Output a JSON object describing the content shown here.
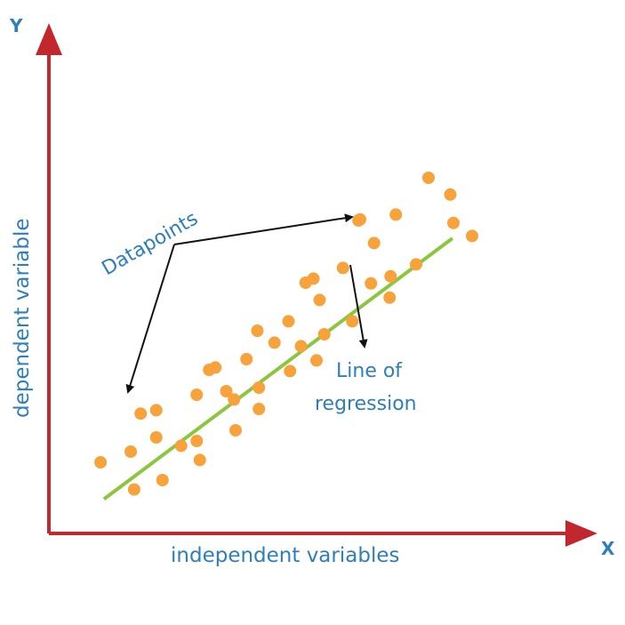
{
  "colors": {
    "axis": "#c1272d",
    "point": "#f7a23b",
    "regression_line": "#8cc63f",
    "text": "#2e7fb8",
    "arrow": "#111111"
  },
  "chart_data": {
    "type": "scatter",
    "x_axis_letter": "X",
    "y_axis_letter": "Y",
    "xlabel": "independent variables",
    "ylabel": "dependent variable",
    "annotations": {
      "datapoints": "Datapoints",
      "line_of": "Line of",
      "regression": "regression"
    },
    "regression_line": {
      "start": [
        1.77,
        1.93
      ],
      "end": [
        12.97,
        16.6
      ]
    },
    "points": [
      [
        1.66,
        4.0
      ],
      [
        2.63,
        4.6
      ],
      [
        2.74,
        2.47
      ],
      [
        2.95,
        6.74
      ],
      [
        3.45,
        5.4
      ],
      [
        3.45,
        6.93
      ],
      [
        3.65,
        3.0
      ],
      [
        4.25,
        4.93
      ],
      [
        4.75,
        5.2
      ],
      [
        4.75,
        7.8
      ],
      [
        4.85,
        4.13
      ],
      [
        5.15,
        9.2
      ],
      [
        5.35,
        9.33
      ],
      [
        5.7,
        8.0
      ],
      [
        5.95,
        7.53
      ],
      [
        6.0,
        5.8
      ],
      [
        6.35,
        9.8
      ],
      [
        6.7,
        11.4
      ],
      [
        6.75,
        7.0
      ],
      [
        6.75,
        8.2
      ],
      [
        7.25,
        10.73
      ],
      [
        7.7,
        11.93
      ],
      [
        7.75,
        9.13
      ],
      [
        8.1,
        10.53
      ],
      [
        8.25,
        14.1
      ],
      [
        8.5,
        14.33
      ],
      [
        8.6,
        9.73
      ],
      [
        8.7,
        13.13
      ],
      [
        8.85,
        11.2
      ],
      [
        9.45,
        14.93
      ],
      [
        9.75,
        11.93
      ],
      [
        9.95,
        17.6
      ],
      [
        10.0,
        17.66
      ],
      [
        10.35,
        14.06
      ],
      [
        10.45,
        16.33
      ],
      [
        10.95,
        13.26
      ],
      [
        10.98,
        14.46
      ],
      [
        11.15,
        17.93
      ],
      [
        11.8,
        15.13
      ],
      [
        12.2,
        20.0
      ],
      [
        12.9,
        19.06
      ],
      [
        13.0,
        17.46
      ],
      [
        13.6,
        16.73
      ]
    ],
    "xlim": [
      0,
      16
    ],
    "ylim": [
      0,
      27
    ]
  }
}
